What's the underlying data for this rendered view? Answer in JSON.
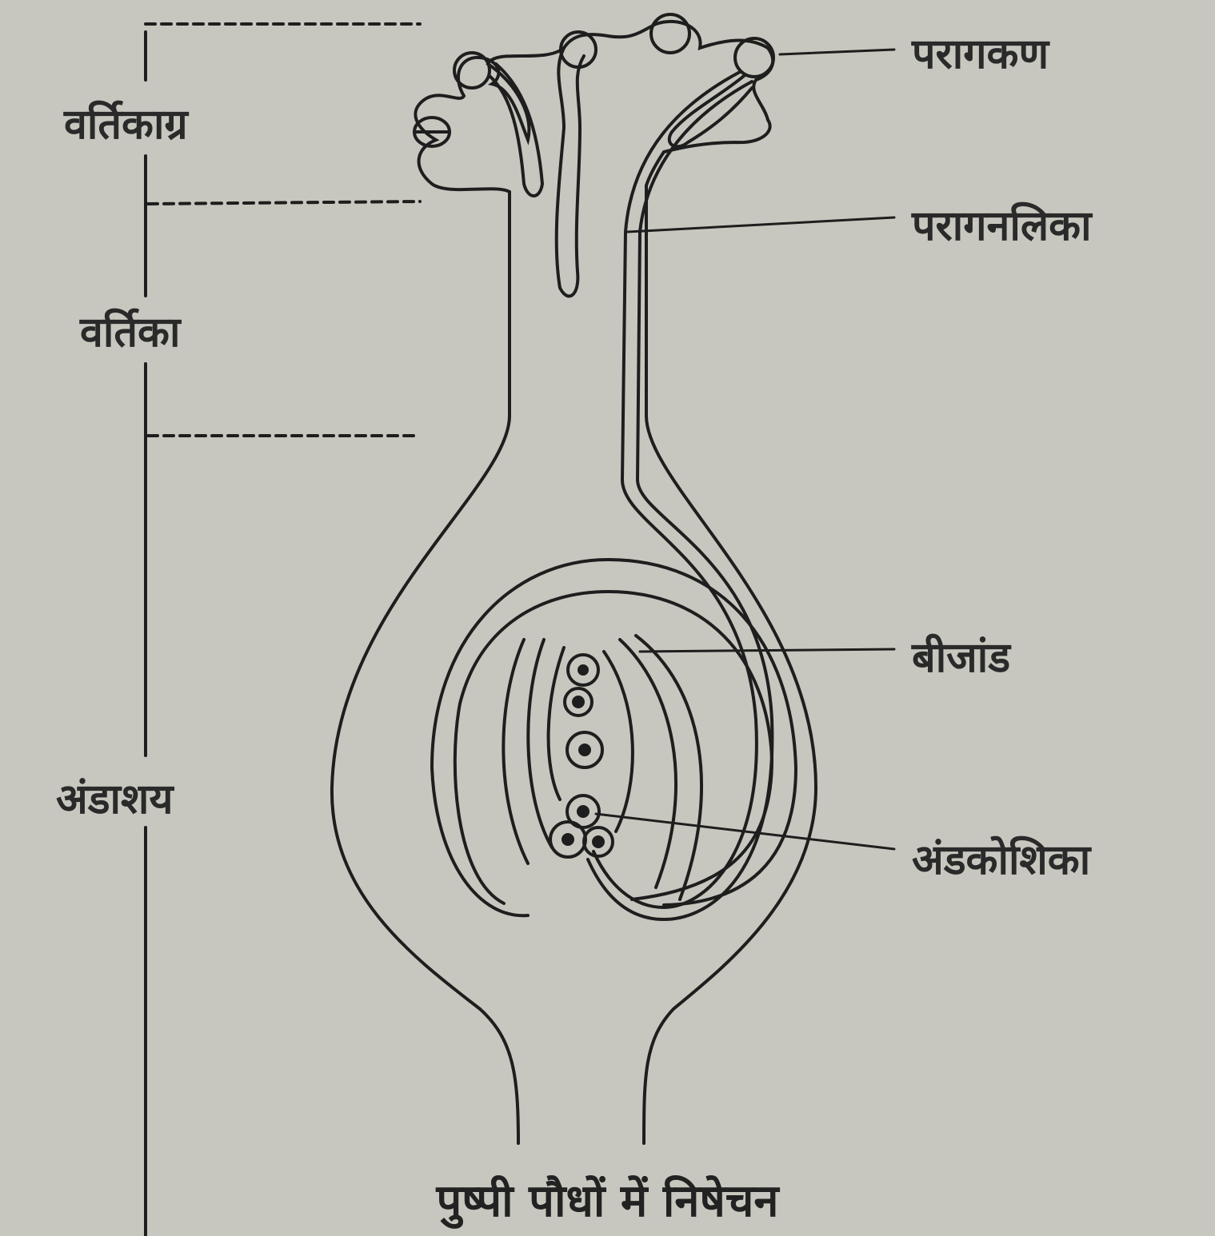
{
  "title": "पुष्पी पौधों में निषेचन",
  "left_labels": {
    "stigma": "वर्तिकाग्र",
    "style": "वर्तिका",
    "ovary": "अंडाशय"
  },
  "right_labels": {
    "pollen_grain": "परागकण",
    "pollen_tube": "परागनलिका",
    "ovule": "बीजांड",
    "egg_cell": "अंडकोशिका"
  }
}
